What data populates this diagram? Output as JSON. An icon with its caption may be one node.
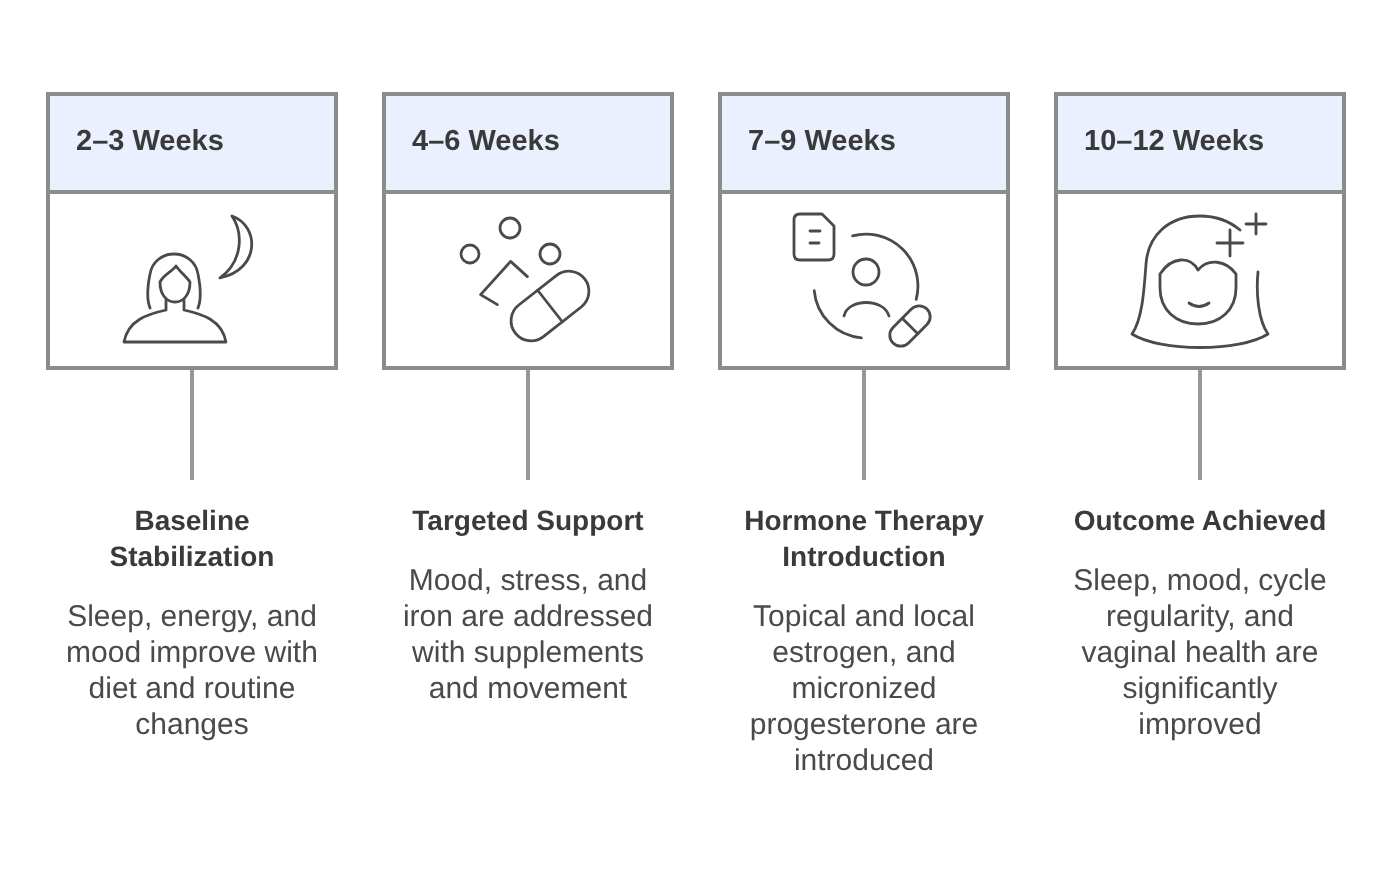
{
  "diagram": {
    "nodes": [
      {
        "text": [
          "2–3 Weeks"
        ]
      },
      {
        "text": [
          "Baseline Stabilization",
          "Sleep, energy, and mood improve with diet and routine changes"
        ]
      },
      {
        "text": [
          "4–6 Weeks"
        ]
      },
      {
        "text": [
          "Targeted Support",
          "Mood, stress, and iron are addressed with supplements and movement"
        ]
      },
      {
        "text": [
          "7–9 Weeks"
        ]
      },
      {
        "text": [
          "Hormone Therapy Introduction",
          "Topical and local estrogen, and micronized progesterone are introduced"
        ]
      },
      {
        "text": [
          "10–12 Weeks"
        ]
      },
      {
        "text": [
          "Outcome Achieved",
          "Sleep, mood, cycle regularity, and vaginal health are significantly improved"
        ]
      }
    ],
    "edges": [
      {
        "from": 0,
        "to": 1,
        "arrow": "none"
      },
      {
        "from": 2,
        "to": 3,
        "arrow": "none"
      },
      {
        "from": 4,
        "to": 5,
        "arrow": "none"
      },
      {
        "from": 6,
        "to": 7,
        "arrow": "none"
      }
    ]
  }
}
